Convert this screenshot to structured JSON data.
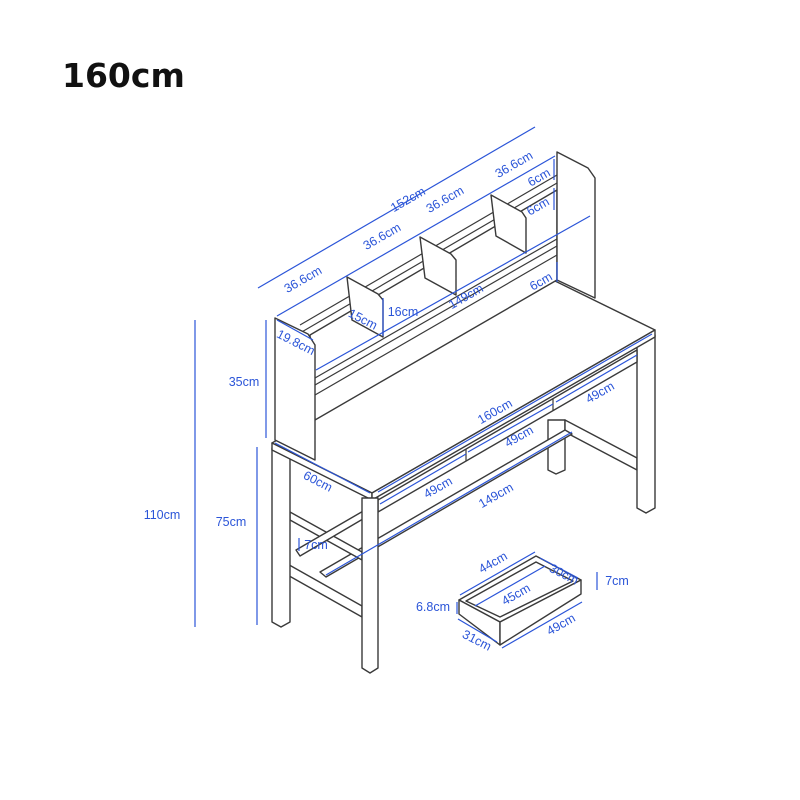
{
  "title": "160cm",
  "colors": {
    "dimension": "#2b55d8",
    "outline": "#3a3a3a",
    "title": "#111111"
  },
  "labels": {
    "hutch_total_width": "152cm",
    "section_1": "36.6cm",
    "section_2": "36.6cm",
    "section_3": "36.6cm",
    "section_4": "36.6cm",
    "rail_gap_top": "6cm",
    "rail_gap_mid": "6cm",
    "rail_gap_low": "6cm",
    "shelf_length": "149cm",
    "divider_height": "16cm",
    "divider_depth": "15cm",
    "hutch_depth": "19.8cm",
    "hutch_height": "35cm",
    "total_height": "110cm",
    "desk_height": "75cm",
    "desk_depth": "60cm",
    "desk_width": "160cm",
    "drawer_right": "49cm",
    "drawer_mid": "49cm",
    "drawer_left": "49cm",
    "stretcher_length": "149cm",
    "stretcher_height": "7cm",
    "drawer_inner_length": "44cm",
    "drawer_inner_depth": "30cm",
    "drawer_inner_bottom": "45cm",
    "drawer_height": "7cm",
    "drawer_side_height": "6.8cm",
    "drawer_depth": "31cm",
    "drawer_length": "49cm"
  }
}
